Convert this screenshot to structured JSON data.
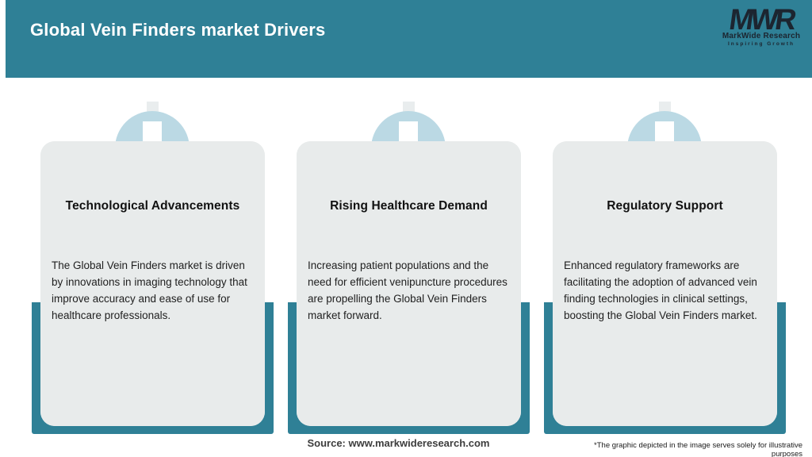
{
  "header": {
    "title": "Global Vein Finders market Drivers",
    "logo": {
      "monogram": "MWR",
      "name": "MarkWide Research",
      "tagline": "Inspiring Growth"
    }
  },
  "cards": [
    {
      "title": "Technological Advancements",
      "body": "The Global Vein Finders market is driven by innovations in imaging technology that improve accuracy and ease of use for healthcare professionals."
    },
    {
      "title": "Rising Healthcare Demand",
      "body": "Increasing patient populations and the need for efficient venipuncture procedures are propelling the Global Vein Finders market forward."
    },
    {
      "title": "Regulatory Support",
      "body": "Enhanced regulatory frameworks are facilitating the adoption of advanced vein finding technologies in clinical settings, boosting the Global Vein Finders market."
    }
  ],
  "footer": {
    "source": "Source: www.markwideresearch.com",
    "disclaimer": "*The graphic depicted in the image serves solely for illustrative purposes"
  },
  "icons": [
    {
      "name": "down-arrow-icon",
      "meaning": "market driver indicator"
    }
  ],
  "colors": {
    "teal": "#2F8096",
    "card_gray": "#E8EBEB",
    "circle_blue": "#BBD9E4",
    "arrow_white": "#FFFFFF",
    "logo_dark": "#1C2530",
    "title_text": "#111111",
    "body_text": "#212121",
    "source_text": "#3D3D3D"
  }
}
